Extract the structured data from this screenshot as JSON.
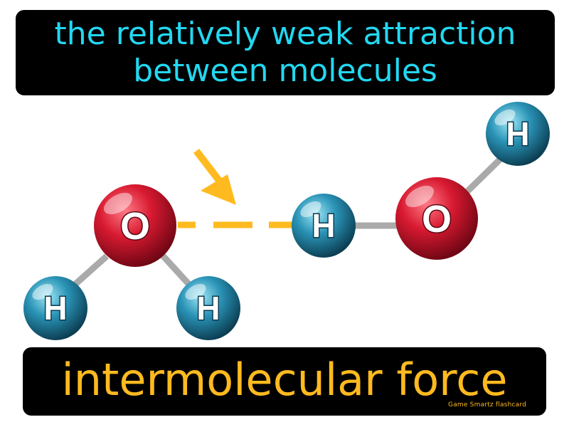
{
  "definition": {
    "line1": "the relatively weak attraction",
    "line2": "between molecules"
  },
  "term": "intermolecular force",
  "watermark": "Game Smartz flashcard",
  "molecule": {
    "oxygen_symbol": "O",
    "hydrogen_symbol": "H",
    "colors": {
      "oxygen": "#d0192e",
      "hydrogen": "#1f86a8",
      "hydrogen_bond": "#ffba1f",
      "covalent_bond": "#b8b8b8"
    }
  },
  "colors": {
    "banner_background": "#000000",
    "definition_text": "#22d8f2",
    "term_text": "#ffba1f"
  }
}
